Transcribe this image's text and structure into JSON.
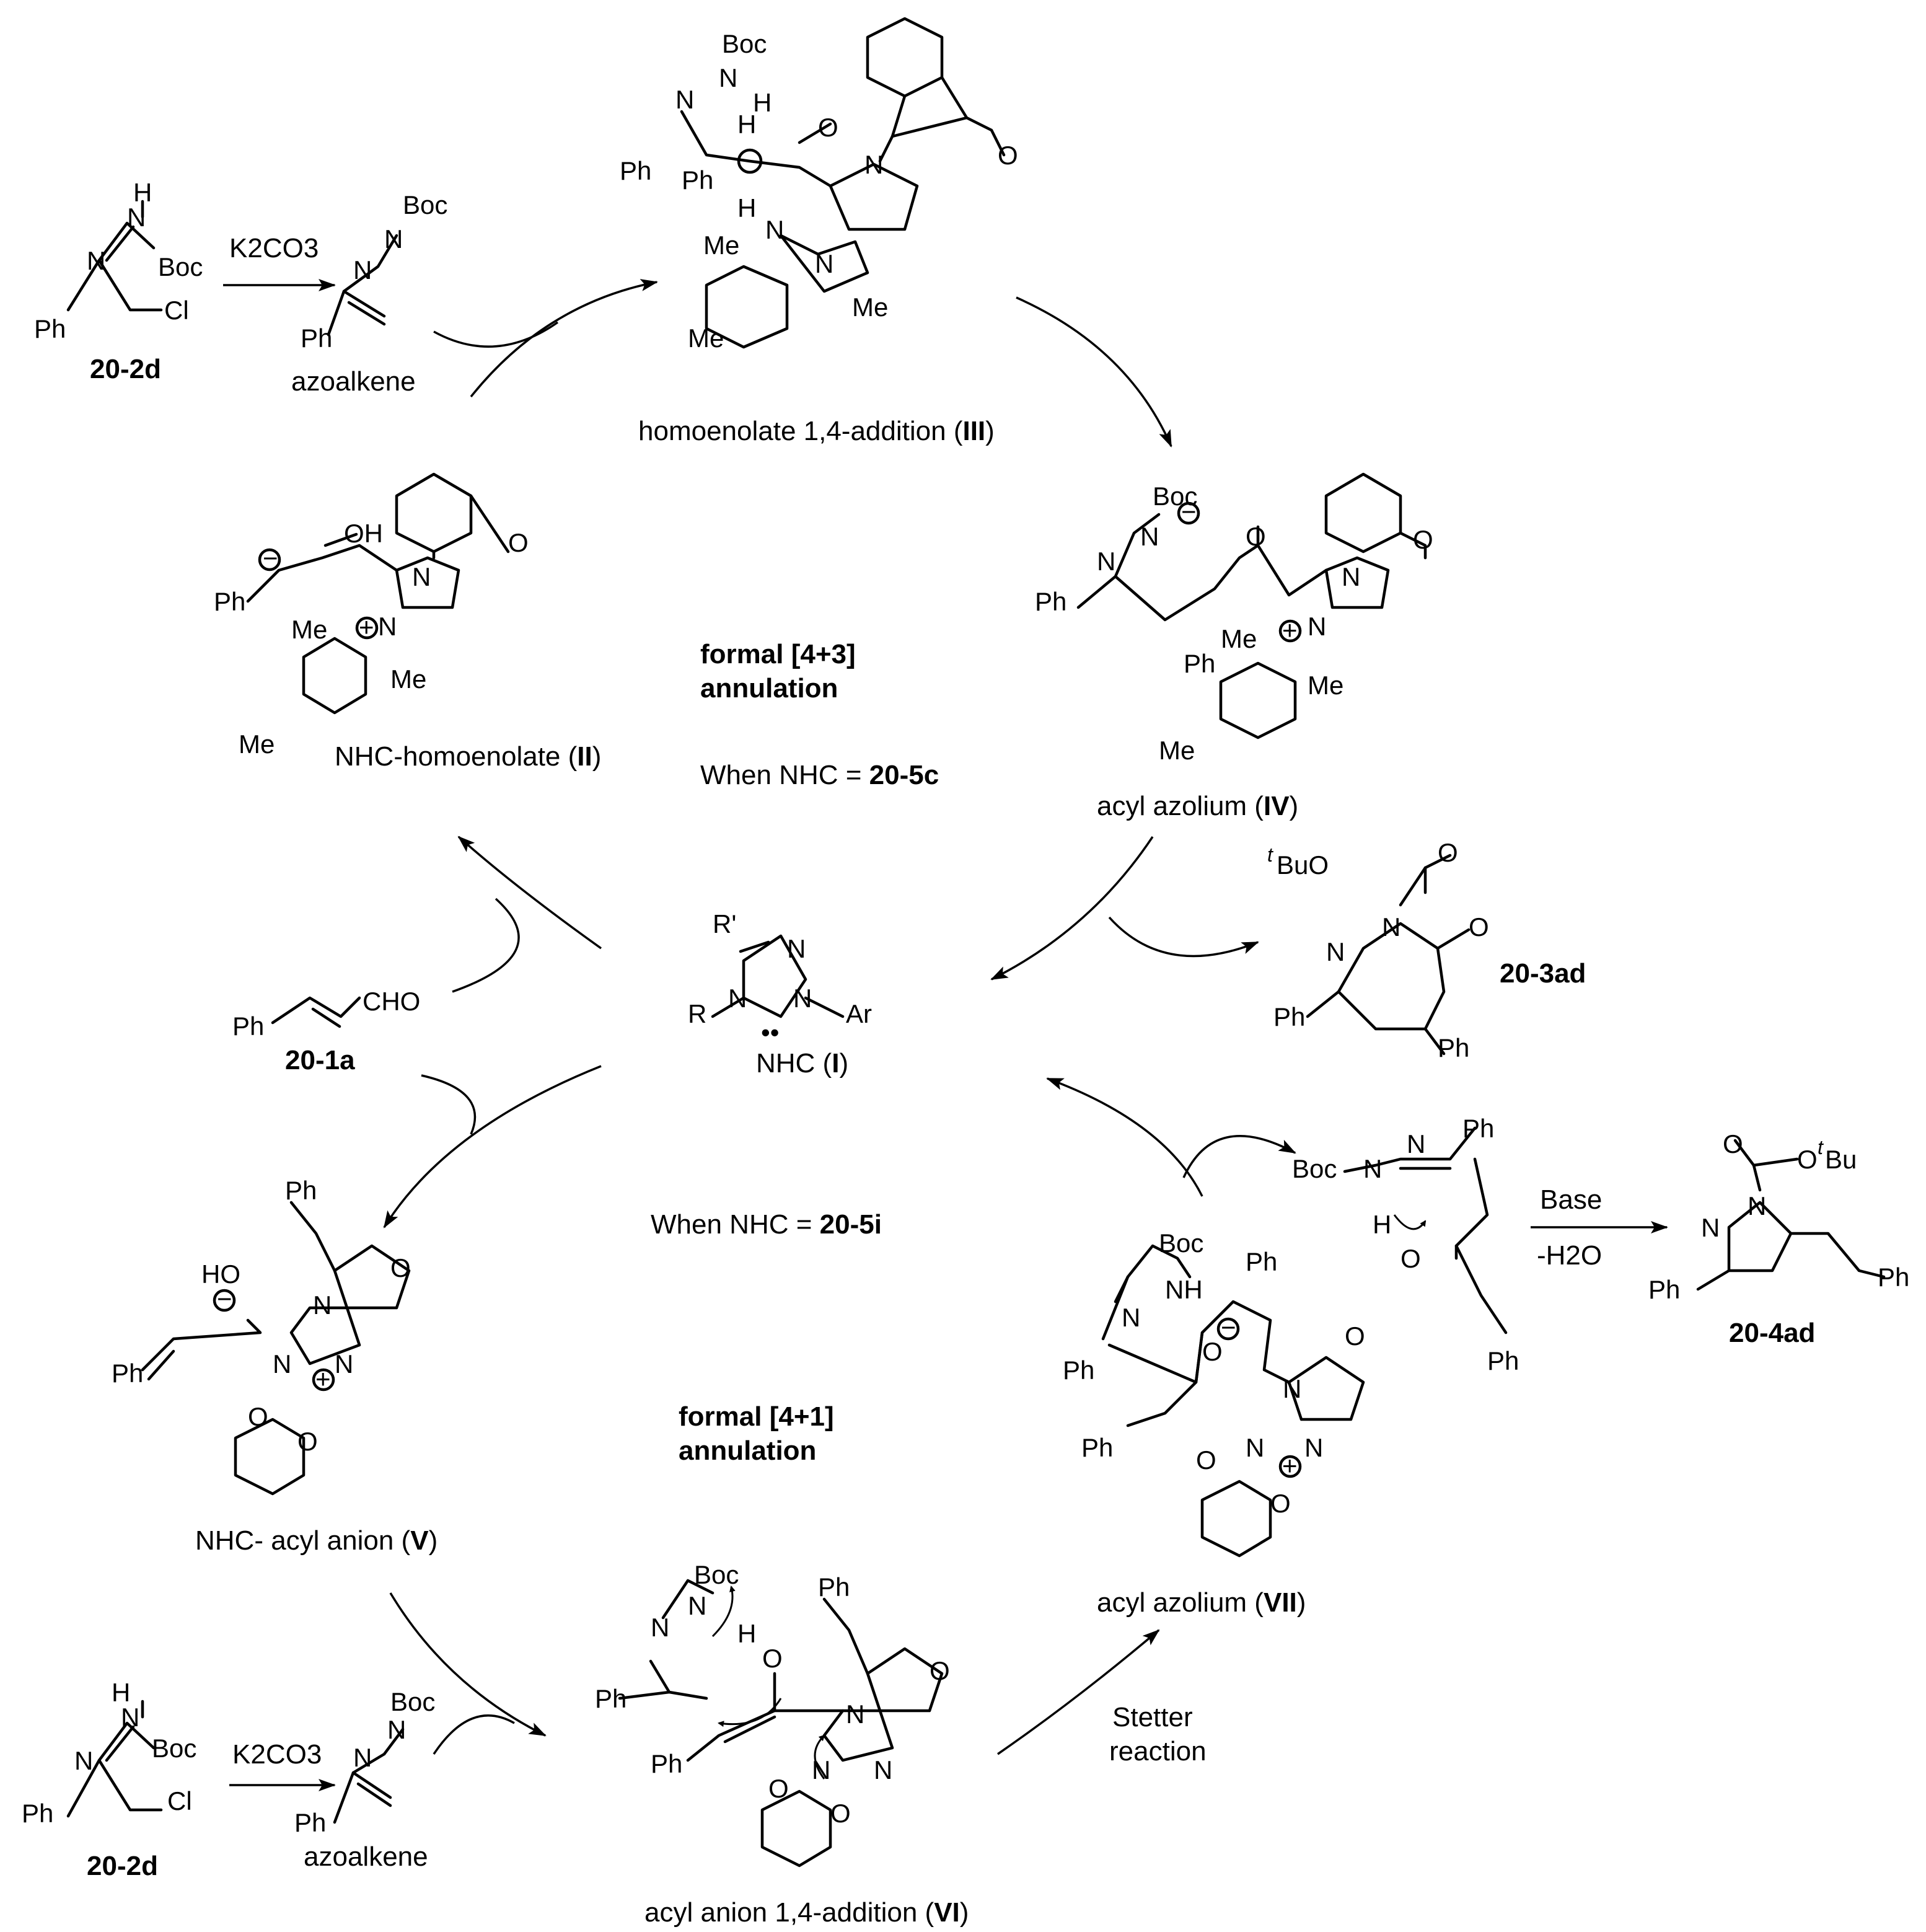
{
  "compounds": {
    "c20_2d": "20-2d",
    "c20_1a": "20-1a",
    "c20_3ad": "20-3ad",
    "c20_4ad": "20-4ad",
    "azoalkene": "azoalkene"
  },
  "reagents": {
    "k2co3": "K2CO3",
    "base": "Base",
    "minus_water": "-H2O",
    "stetter_1": "Stetter",
    "stetter_2": "reaction"
  },
  "intermediates": {
    "I_name": "NHC (",
    "I_num": "I",
    "I_close": ")",
    "II_name": "NHC-homoenolate  (",
    "II_num": "II",
    "II_close": ")",
    "III_name": "homoenolate 1,4-addition (",
    "III_num": "III",
    "III_close": ")",
    "IV_name": "acyl azolium (",
    "IV_num": "IV",
    "IV_close": ")",
    "V_name": "NHC- acyl anion (",
    "V_num": "V",
    "V_close": ")",
    "VI_name": "acyl anion 1,4-addition (",
    "VI_num": "VI",
    "VI_close": ")",
    "VII_name": "acyl azolium (",
    "VII_num": "VII",
    "VII_close": ")"
  },
  "cycles": {
    "upper_title_1": "formal [4+3]",
    "upper_title_2": "annulation",
    "upper_condition": "When NHC = ",
    "upper_nhc": "20-5c",
    "lower_title_1": "formal [4+1]",
    "lower_title_2": "annulation",
    "lower_condition": "When NHC = ",
    "lower_nhc": "20-5i"
  },
  "atoms": {
    "ph": "Ph",
    "boc": "Boc",
    "n": "N",
    "h": "H",
    "nh": "NH",
    "o": "O",
    "oh": "OH",
    "ho": "HO",
    "cl": "Cl",
    "me": "Me",
    "cho": "CHO",
    "r": "R",
    "r_prime": "R'",
    "ar": "Ar",
    "tbuo": "BuO",
    "tbu": "Bu",
    "t": "t",
    "carbene_dots": "••",
    "minus": "−",
    "plus": "+"
  }
}
